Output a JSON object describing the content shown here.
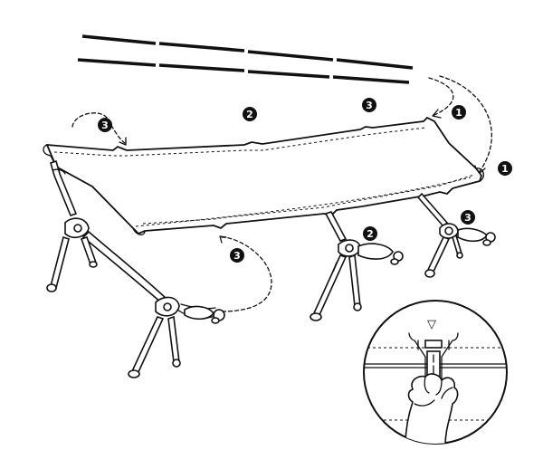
{
  "callouts": [
    {
      "id": "top-right-arrow",
      "label": "1"
    },
    {
      "id": "right-arrow",
      "label": "1"
    },
    {
      "id": "top-middle",
      "label": "2"
    },
    {
      "id": "top-right-slot",
      "label": "3"
    },
    {
      "id": "left-slot",
      "label": "3"
    },
    {
      "id": "bottom-slot",
      "label": "3"
    },
    {
      "id": "middle-leg",
      "label": "2"
    },
    {
      "id": "right-leg",
      "label": "3"
    }
  ],
  "inset": {
    "marker": "▽"
  }
}
